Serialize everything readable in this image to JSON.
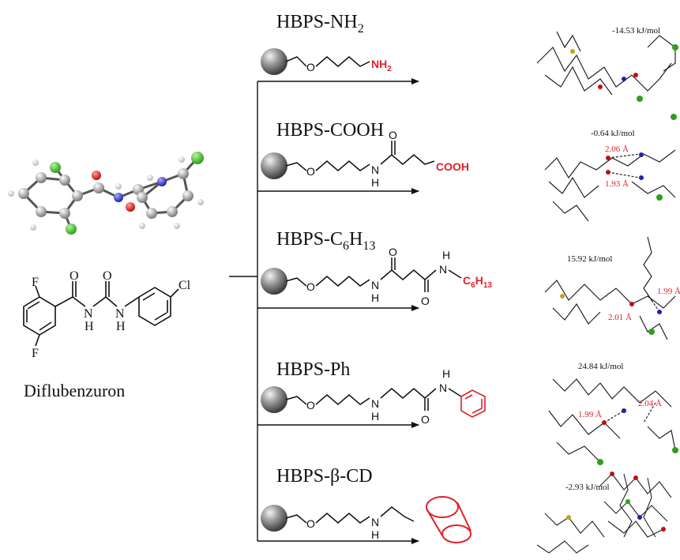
{
  "compound": {
    "name": "Diflubenzuron",
    "atoms": {
      "F1": "F",
      "F2": "F",
      "O1": "O",
      "O2": "O",
      "N1": "N",
      "N2": "N",
      "H1": "H",
      "H2": "H",
      "Cl": "Cl"
    }
  },
  "branches": [
    {
      "title_main": "HBPS-NH",
      "title_sub": "2",
      "title_tail": "",
      "linker_atoms": [
        "O"
      ],
      "end_group": "NH",
      "end_sub": "2",
      "binding_energy": "-14.53 kJ/mol",
      "distances": []
    },
    {
      "title_main": "HBPS-COOH",
      "title_sub": "",
      "title_tail": "",
      "linker_atoms": [
        "O",
        "N",
        "H",
        "O"
      ],
      "end_group": "COOH",
      "end_sub": "",
      "binding_energy": "-0.64 kJ/mol",
      "distances": [
        "2.06 Å",
        "1.93 Å"
      ]
    },
    {
      "title_main": "HBPS-C",
      "title_sub": "6",
      "title_mid": "H",
      "title_sub2": "13",
      "linker_atoms": [
        "O",
        "N",
        "H",
        "O",
        "H",
        "N",
        "O"
      ],
      "end_group": "C",
      "end_sub": "6",
      "end_mid": "H",
      "end_sub2": "13",
      "binding_energy": "15.92 kJ/mol",
      "distances": [
        "1.99 Å",
        "2.01 Å"
      ]
    },
    {
      "title_main": "HBPS-Ph",
      "title_sub": "",
      "title_tail": "",
      "linker_atoms": [
        "O",
        "N",
        "H",
        "H",
        "N",
        "O"
      ],
      "end_group": "",
      "end_sub": "",
      "binding_energy": "24.84 kJ/mol",
      "distances": [
        "1.99 Å",
        "2.04 Å"
      ]
    },
    {
      "title_main": "HBPS-β-CD",
      "title_sub": "",
      "title_tail": "",
      "linker_atoms": [
        "O",
        "N",
        "H"
      ],
      "end_group": "",
      "end_sub": "",
      "binding_energy": "-2.93 kJ/mol",
      "distances": []
    }
  ],
  "colors": {
    "highlight": "#e0202a",
    "line": "#111111",
    "bead_dark": "#4a4a4a",
    "bead_light": "#f2f2f2"
  }
}
